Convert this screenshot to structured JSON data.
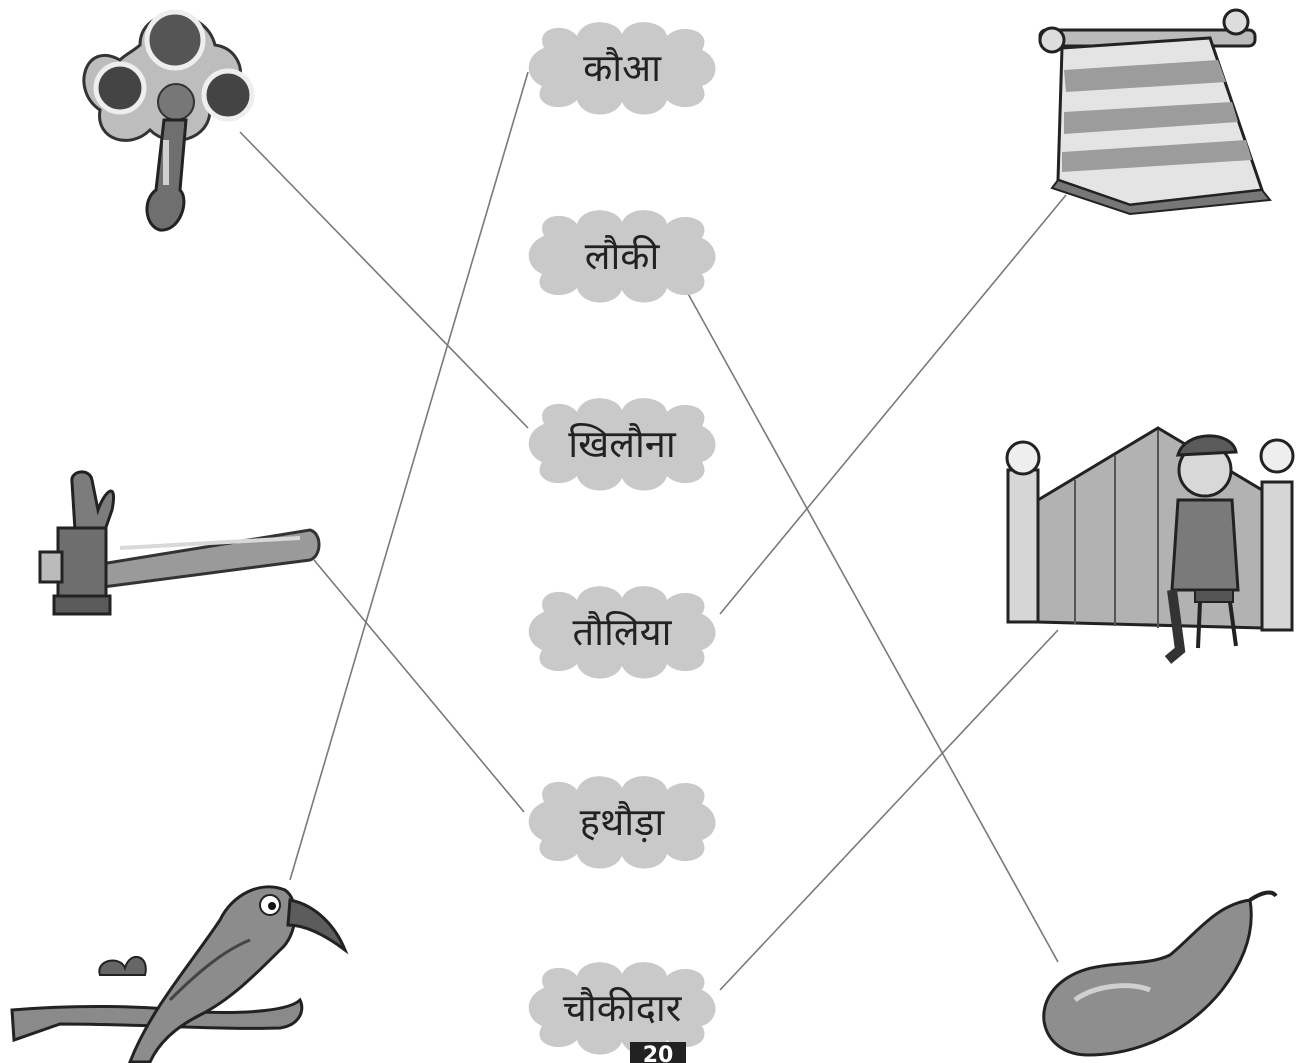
{
  "words": [
    "कौआ",
    "लौकी",
    "खिलौना",
    "तौलिया",
    "हथौड़ा",
    "चौकीदार"
  ],
  "left_pictures": [
    "rattle-toy-icon",
    "hammer-icon",
    "crow-on-branch-icon"
  ],
  "right_pictures": [
    "towel-on-rod-icon",
    "watchman-at-gate-icon",
    "bottle-gourd-icon"
  ],
  "connections": [
    {
      "from": "rattle-toy-icon",
      "to": "खिलौना"
    },
    {
      "from": "hammer-icon",
      "to": "हथौड़ा"
    },
    {
      "from": "crow-on-branch-icon",
      "to": "कौआ"
    },
    {
      "from": "towel-on-rod-icon",
      "to": "तौलिया"
    },
    {
      "from": "watchman-at-gate-icon",
      "to": "चौकीदार"
    },
    {
      "from": "bottle-gourd-icon",
      "to": "लौकी"
    }
  ],
  "footer": {
    "page_number": "20"
  },
  "colors": {
    "cloud": "#c9c9c9",
    "line": "#7a7a7a",
    "text": "#222222"
  }
}
